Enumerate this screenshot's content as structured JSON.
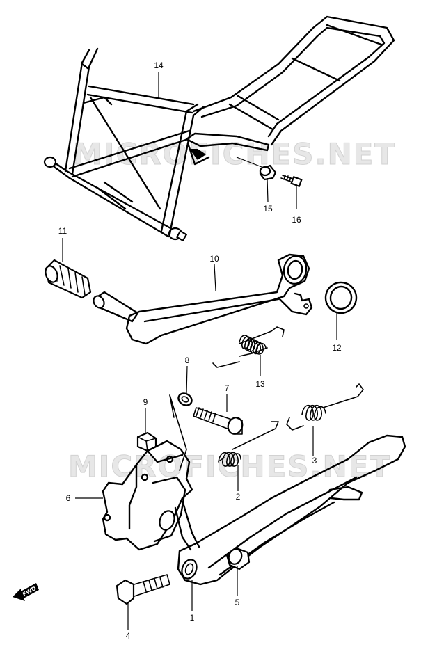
{
  "watermark": "MICROFICHES.NET",
  "fwd_label": "FWD",
  "callouts": [
    {
      "id": "14",
      "label": "14",
      "part": "main stand"
    },
    {
      "id": "15",
      "label": "15",
      "part": "main stand bushing"
    },
    {
      "id": "16",
      "label": "16",
      "part": "main stand bolt"
    },
    {
      "id": "11",
      "label": "11",
      "part": "footrest rubber"
    },
    {
      "id": "10",
      "label": "10",
      "part": "stand lever"
    },
    {
      "id": "12",
      "label": "12",
      "part": "washer ring"
    },
    {
      "id": "13",
      "label": "13",
      "part": "main stand spring"
    },
    {
      "id": "8",
      "label": "8",
      "part": "washer"
    },
    {
      "id": "9",
      "label": "9",
      "part": "nut"
    },
    {
      "id": "7",
      "label": "7",
      "part": "stand bolt"
    },
    {
      "id": "3",
      "label": "3",
      "part": "side stand spring outer"
    },
    {
      "id": "2",
      "label": "2",
      "part": "side stand spring inner"
    },
    {
      "id": "6",
      "label": "6",
      "part": "side stand bracket"
    },
    {
      "id": "1",
      "label": "1",
      "part": "side stand"
    },
    {
      "id": "5",
      "label": "5",
      "part": "spacer"
    },
    {
      "id": "4",
      "label": "4",
      "part": "side stand bolt"
    }
  ]
}
